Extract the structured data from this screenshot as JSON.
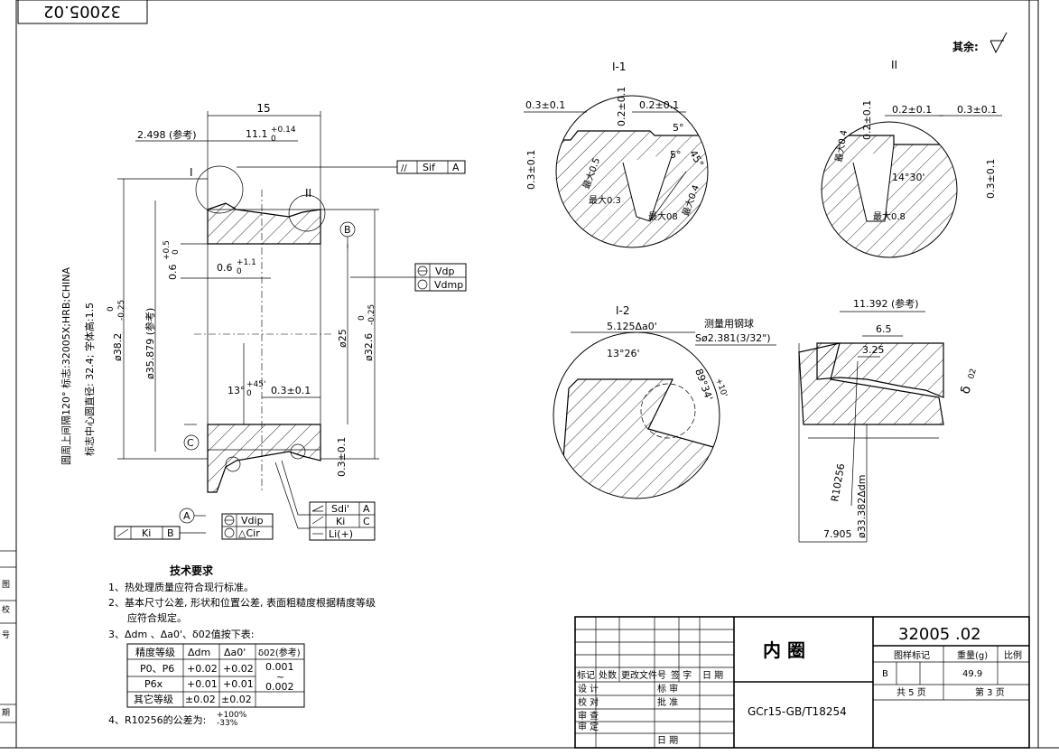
{
  "drawing_number_rotated": "32005.02",
  "surface_roughness": "其余:",
  "views": {
    "main": {
      "dim_width": "15",
      "dim_2498": "2.498 (参考)",
      "dim_111": "11.1",
      "dim_111_tol_up": "+0.14",
      "dim_111_tol_dn": "0",
      "section_I": "I",
      "section_II": "II",
      "parallel_sif": "Sif",
      "parallel_ref": "A",
      "datum_B": "B",
      "datum_C": "C",
      "datum_A": "A",
      "dim_06": "0.6",
      "dim_06_tol": "+1.1",
      "dim_06_tol_dn": "0",
      "dim_06v": "0.6",
      "dim_06v_tol_up": "+0.5",
      "dim_06v_tol_dn": "0",
      "dim_382": "ø38.2",
      "dim_382_tol_up": "0",
      "dim_382_tol_dn": "-0.25",
      "dim_35879": "ø35.879 (参考)",
      "dim_25": "ø25",
      "dim_326": "ø32.6",
      "dim_326_tol_up": "0",
      "dim_326_tol_dn": "-0.25",
      "dim_13deg": "13°",
      "dim_13deg_tol": "+45'",
      "dim_13deg_tol_dn": "0",
      "dim_03a": "0.3±0.1",
      "dim_03b": "0.3±0.1",
      "vdp": "Vdp",
      "vdmp": "Vdmp",
      "vdip": "Vdip",
      "delta_cir": "△Cir",
      "ki_b_label": "Ki",
      "ki_b_ref": "B",
      "sdi_label": "Sdi'",
      "sdi_ref": "A",
      "ki_label": "Ki",
      "ki_ref": "C",
      "li_label": "Li(+)",
      "side_note_1": "圆周上间隔120° 标志:32005X;HRB;CHINA",
      "side_note_2": "标志中心圆直径: 32.4; 字体高:1.5"
    },
    "detail_I1": {
      "title": "I-1",
      "d1": "0.3±0.1",
      "d2": "0.2±0.1",
      "d3": "0.2±0.1",
      "d4": "0.3±0.1",
      "a1": "5°",
      "a2": "5°",
      "a3": "45°",
      "m1": "最大0.5",
      "m2": "最大0.3",
      "m3": "最大08",
      "m4": "最大0.4"
    },
    "detail_II": {
      "title": "II",
      "d1": "0.2±0.1",
      "d2": "0.2±0.1",
      "d3": "0.3±0.1",
      "d4": "0.3±0.1",
      "m1": "最大0.4",
      "m2": "最大0.8",
      "angle": "14°30'"
    },
    "detail_I2": {
      "title": "I-2",
      "d1": "5.125Δa0'",
      "steel_ball": "测量用钢球",
      "ball_dim": "Sø2.381(3/32\")",
      "angle1": "13°26'",
      "angle2": "89°34'",
      "angle2_tol": "+10'"
    },
    "detail_4": {
      "d1": "11.392 (参考)",
      "d2": "6.5",
      "d3": "3.25",
      "delta": "δ",
      "delta_sub": "02",
      "radius": "R10256",
      "dia": "ø33.382Δdm",
      "d4": "7.905"
    }
  },
  "tech_requirements": {
    "title": "技术要求",
    "items": [
      "1、热处理质量应符合现行标准。",
      "2、基本尺寸公差, 形状和位置公差, 表面粗糙度根据精度等级",
      "   应符合规定。",
      "3、Δdm 、Δa0'、δ02值按下表:",
      "4、R10256的公差为:"
    ],
    "r_tol_up": "+100%",
    "r_tol_dn": "-33%"
  },
  "tolerance_table": {
    "headers": [
      "精度等级",
      "Δdm",
      "Δa0'",
      "δ02(参考)"
    ],
    "rows": [
      [
        "P0、P6",
        "+0.02",
        "+0.02",
        "0.001"
      ],
      [
        "P6x",
        "+0.01",
        "+0.01",
        "~"
      ],
      [
        "其它等级",
        "±0.02",
        "±0.02",
        "0.002"
      ]
    ]
  },
  "title_block": {
    "drawing_number": "32005 .02",
    "part_name": "内  圈",
    "material": "GCr15-GB/T18254",
    "sample_mark_label": "图样标记",
    "weight_label": "重量(g)",
    "scale_label": "比例",
    "sample_mark": "B",
    "weight": "49.9",
    "total_pages": "共 5 页",
    "page": "第 3 页",
    "rev_headers": [
      "标记",
      "处数",
      "更改文件号",
      "签 字",
      "日 期"
    ],
    "roles": [
      "设 计",
      "校 对",
      "审 查",
      "审 定"
    ],
    "roles_right": [
      "标 审",
      "批 准",
      "日 期"
    ]
  },
  "left_strip": [
    "图",
    "校",
    "号",
    "",
    "期"
  ]
}
